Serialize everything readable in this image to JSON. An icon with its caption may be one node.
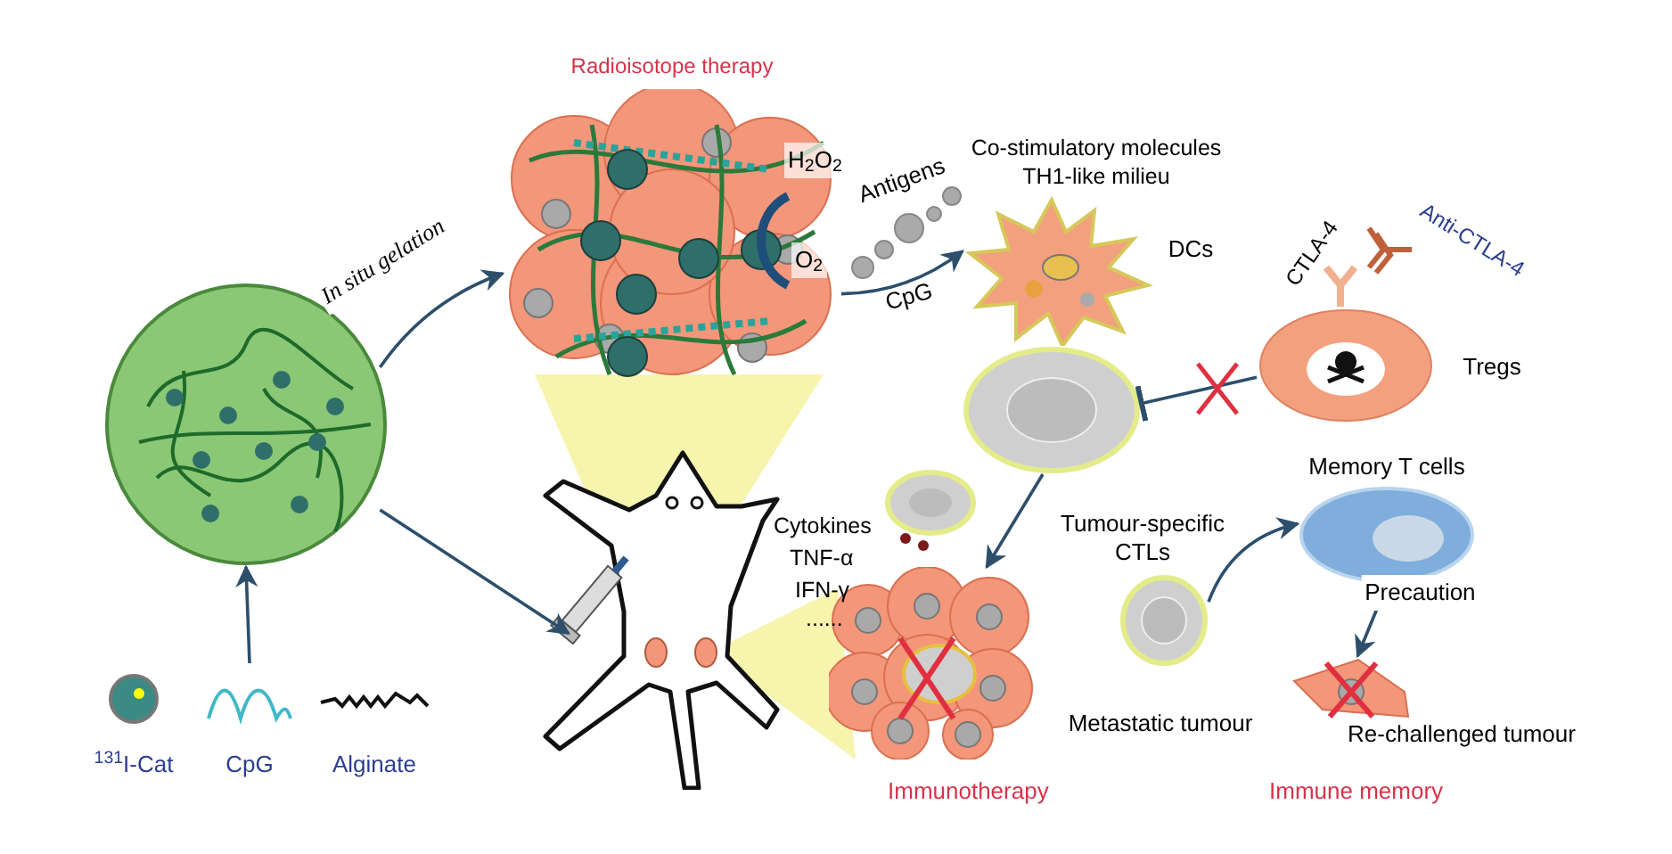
{
  "diagram": {
    "nodes": [
      {
        "text": [],
        "shape": "picture"
      },
      {
        "text": [
          "$^{131}$I-Cat"
        ]
      },
      {
        "text": [
          "CpG"
        ]
      },
      {
        "text": [
          "Alginate"
        ]
      },
      {
        "text": [
          "Radioisotope therapy"
        ]
      },
      {
        "text": [],
        "shape": "picture"
      },
      {
        "text": [
          "Co-stimulatory molecules TH1-like milieu"
        ],
        "beside": [
          "DCs"
        ]
      },
      {
        "text": [],
        "shape": "picture"
      },
      {
        "text": [],
        "shape": "picture",
        "beside": [
          "Tregs"
        ]
      },
      {
        "text": [],
        "shape": "picture"
      },
      {
        "text": [],
        "shape": "picture",
        "beside": [
          "Metastatic tumour"
        ]
      },
      {
        "text": [],
        "shape": "picture",
        "beside": [
          "Tumour-specific CTLs"
        ]
      },
      {
        "text": [
          "Memory T cells"
        ]
      },
      {
        "text": [],
        "shape": "picture",
        "beside": [
          "Re-challenged tumour"
        ]
      },
      {
        "text": [],
        "shape": "triangle"
      },
      {
        "text": [],
        "shape": "triangle"
      }
    ],
    "edges": [
      {
        "from": 2,
        "to": 0,
        "arrow": "to"
      },
      {
        "from": 0,
        "to": 4,
        "arrow": "to",
        "label": "In situ gelation"
      },
      {
        "from": 0,
        "to": 5,
        "arrow": "to"
      },
      {
        "from": 4,
        "to": 6,
        "arrow": "to"
      },
      {
        "from": 8,
        "to": 7,
        "arrow": "other"
      },
      {
        "from": 7,
        "to": 10,
        "arrow": "to"
      },
      {
        "from": 11,
        "to": 12,
        "arrow": "to"
      },
      {
        "from": 12,
        "to": 13,
        "arrow": "to",
        "label": "Precaution"
      }
    ],
    "labels": [
      "H$_{2}$O$_{2}$",
      "O$_{2}$",
      "Antigens",
      "CpG",
      "Anti-CTLA-4",
      "CTLA-4",
      "Cytokines",
      "TNF-α",
      "IFN-γ",
      "......",
      "Immunotherapy",
      "Immune memory"
    ]
  }
}
